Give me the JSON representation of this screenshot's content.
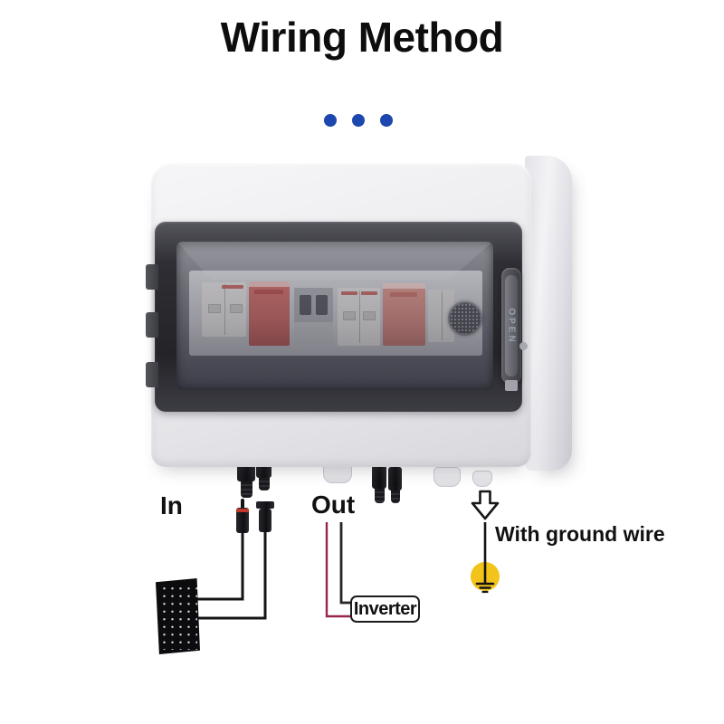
{
  "title": "Wiring Method",
  "decor": {
    "dot_count": 3,
    "dot_color": "#1c47ae"
  },
  "device": {
    "open_label": "OPEN"
  },
  "annotations": {
    "in_label": "In",
    "out_label": "Out",
    "ground_label": "With ground wire",
    "inverter_label": "Inverter"
  },
  "colors": {
    "accent_blue": "#1c47ae",
    "wire_red": "#97264a",
    "wire_black": "#141414",
    "ground_yellow": "#f2c31a",
    "spd_red_dark": "#c25b55",
    "spd_red_light": "#cd7e74"
  }
}
